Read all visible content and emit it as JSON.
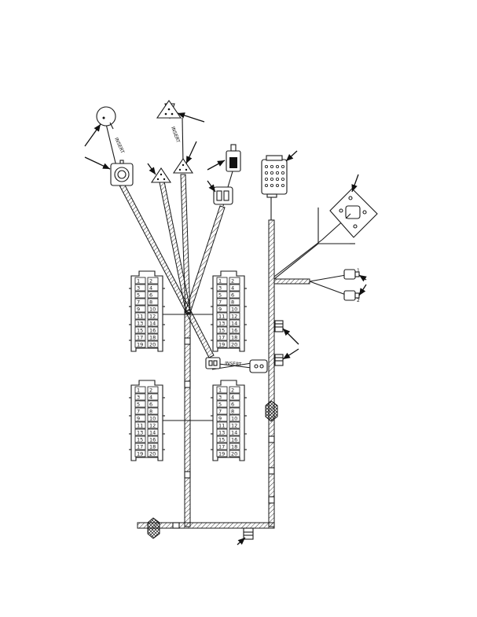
{
  "labels": {
    "insert_1": "INSERT",
    "insert_2": "INSERT",
    "insert_3": "INSERT",
    "tag_1": "1",
    "tag_2": "2"
  },
  "connector_blocks": [
    {
      "name": "upper-left",
      "pins": [
        1,
        2,
        3,
        4,
        5,
        6,
        7,
        8,
        9,
        10,
        11,
        12,
        13,
        14,
        15,
        16,
        17,
        18,
        19,
        20
      ]
    },
    {
      "name": "upper-right",
      "pins": [
        1,
        2,
        3,
        4,
        5,
        6,
        7,
        8,
        9,
        10,
        11,
        12,
        13,
        14,
        15,
        16,
        17,
        18,
        19,
        20
      ]
    },
    {
      "name": "lower-left",
      "pins": [
        1,
        2,
        3,
        4,
        5,
        6,
        7,
        8,
        9,
        10,
        11,
        12,
        13,
        14,
        15,
        16,
        17,
        18,
        19,
        20
      ]
    },
    {
      "name": "lower-right",
      "pins": [
        1,
        2,
        3,
        4,
        5,
        6,
        7,
        8,
        9,
        10,
        11,
        12,
        13,
        14,
        15,
        16,
        17,
        18,
        19,
        20
      ]
    }
  ],
  "colors": {
    "line": "#1a1a1a",
    "background": "#ffffff"
  }
}
